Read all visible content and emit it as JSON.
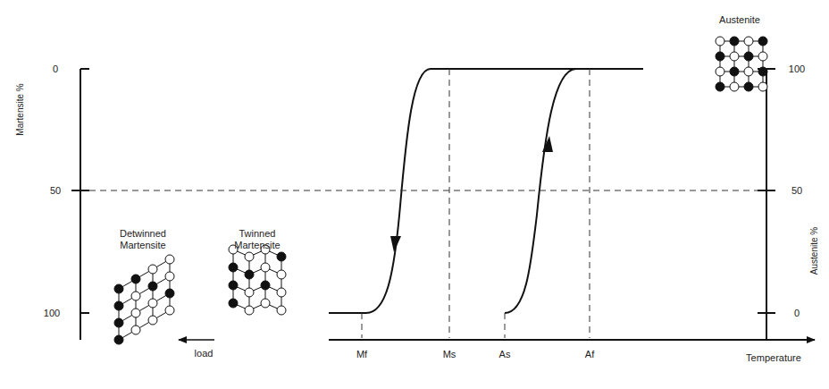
{
  "diagram": {
    "labels": [
      "Austenite",
      "Martensite %",
      "0",
      "50",
      "100",
      "Detwinned Martensite",
      "Twinned Martensite",
      "load",
      "Mf",
      "Ms",
      "As",
      "Af",
      "Temperature",
      "100",
      "50",
      "0",
      "Austenite %"
    ]
  }
}
